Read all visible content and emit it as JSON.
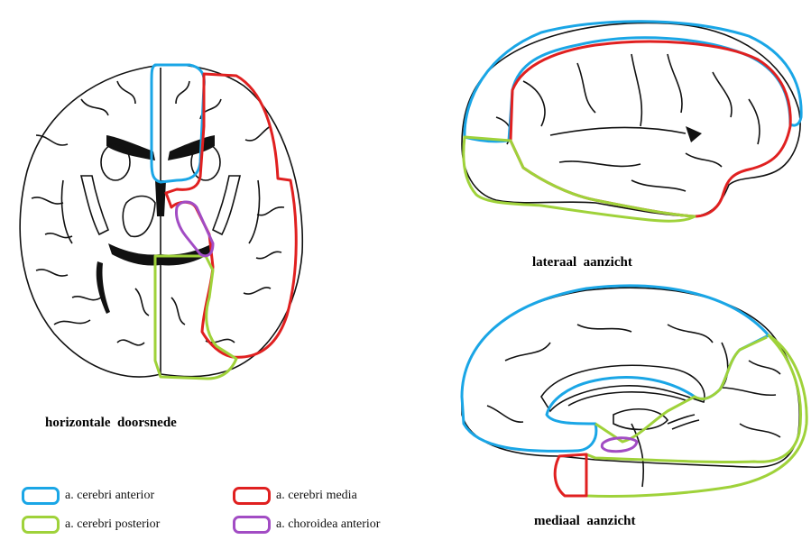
{
  "captions": {
    "horizontal": "horizontale  doorsnede",
    "lateral": "lateraal  aanzicht",
    "medial": "mediaal  aanzicht"
  },
  "legend": [
    {
      "label": "a. cerebri anterior",
      "color": "#1aa6e6"
    },
    {
      "label": "a. cerebri media",
      "color": "#e02020"
    },
    {
      "label": "a. cerebri posterior",
      "color": "#9fd23a"
    },
    {
      "label": "a. choroidea anterior",
      "color": "#a24cc4"
    }
  ],
  "colors": {
    "anterior": "#1aa6e6",
    "media": "#e02020",
    "posterior": "#9fd23a",
    "choroidea": "#a24cc4",
    "outline": "#111111"
  }
}
